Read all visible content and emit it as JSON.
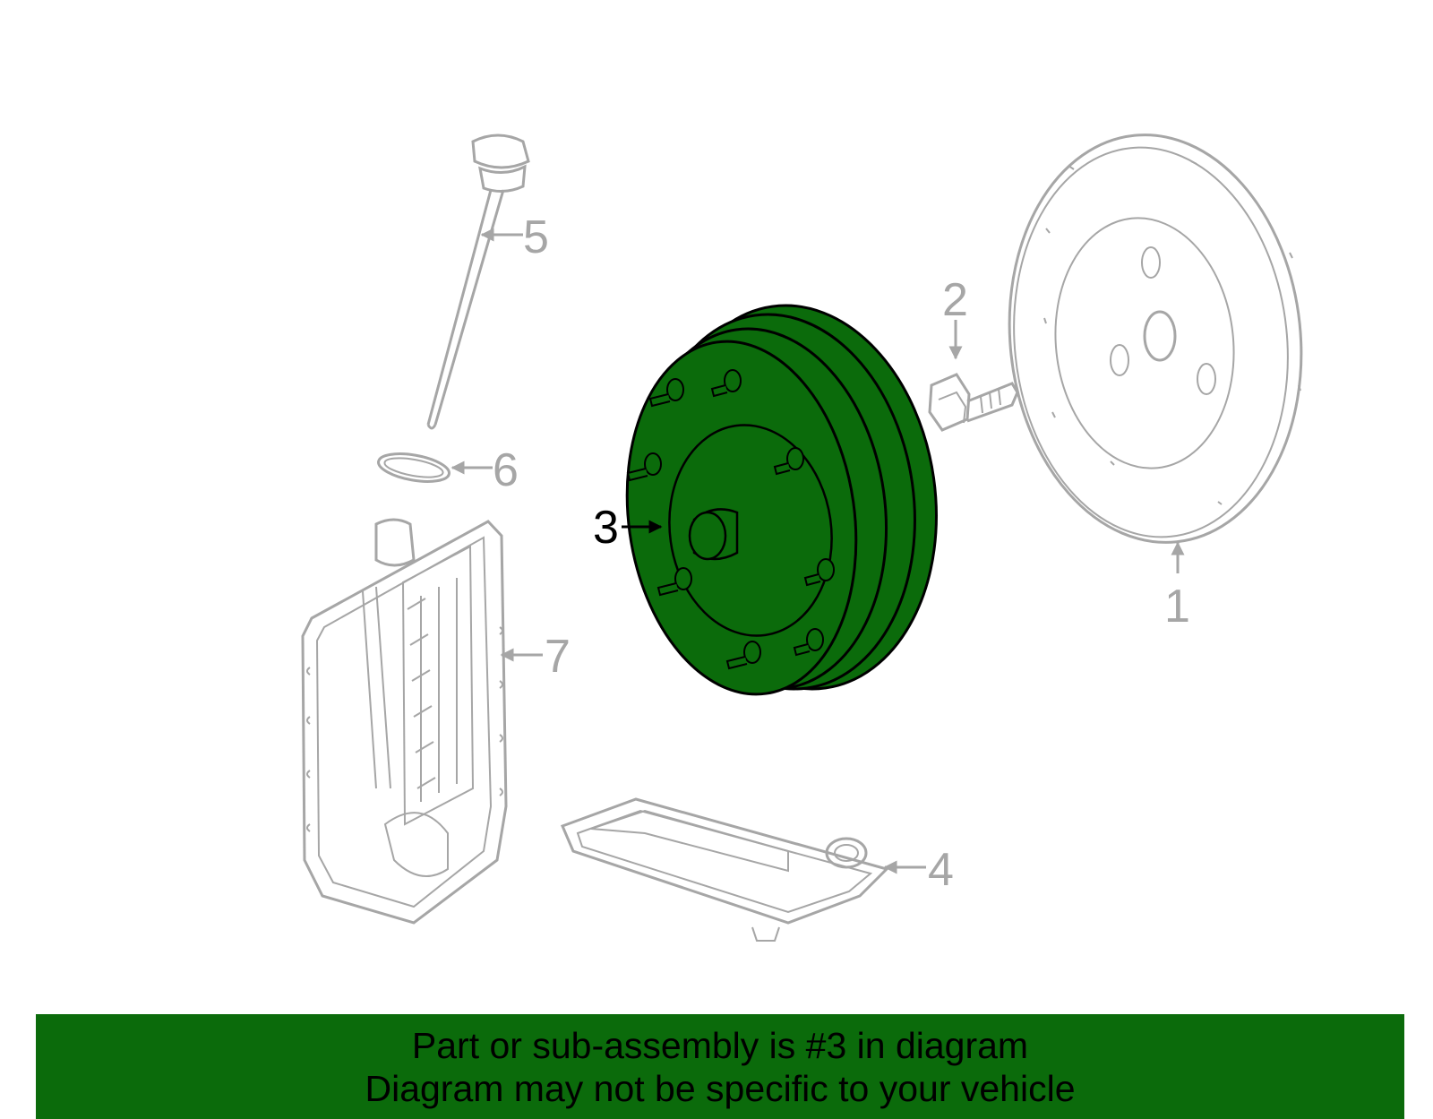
{
  "callouts": {
    "c1": "1",
    "c2": "2",
    "c3": "3",
    "c4": "4",
    "c5": "5",
    "c6": "6",
    "c7": "7"
  },
  "colors": {
    "highlight_fill": "#0b6b0b",
    "part_outline_gray": "#a6a6a6",
    "highlight_outline": "#000000",
    "banner_bg": "#0b6b0b"
  },
  "banner": {
    "line1": "Part or sub-assembly is #3 in diagram",
    "line2": "Diagram may not be specific to your vehicle"
  }
}
